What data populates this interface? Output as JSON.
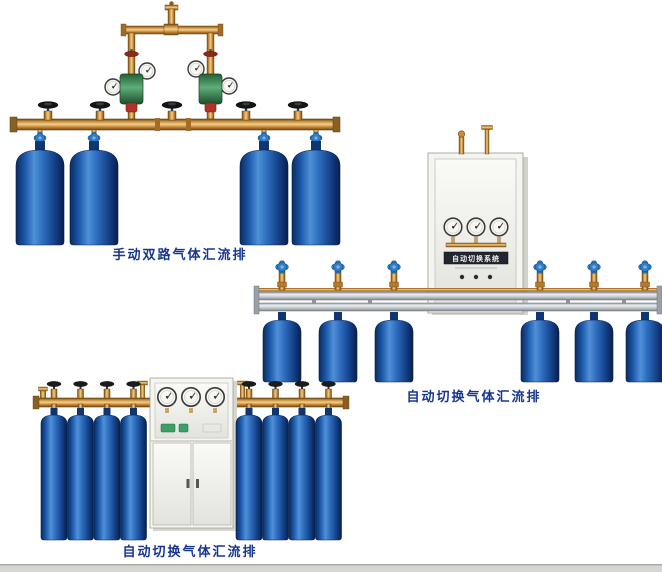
{
  "page": {
    "background": "#ffffff"
  },
  "figures": [
    {
      "id": "manual-dual-manifold",
      "caption": "手动双路气体汇流排"
    },
    {
      "id": "auto-switch-manifold-a",
      "caption": "自动切换气体汇流排"
    },
    {
      "id": "auto-switch-manifold-b",
      "caption": "自动切换气体汇流排"
    }
  ],
  "cabinet": {
    "label": "自动切换系统"
  },
  "colors": {
    "caption_text": "#17368d",
    "brass_pipe": "#c98d3a",
    "cylinder_blue": "#1c54a3",
    "aluminum_rail": "#c6cad0",
    "cabinet_body": "#f4f4f0",
    "regulator_green": "#5fae78",
    "valve_wheel_black": "#141414",
    "cap_blue": "#2f80c8"
  }
}
